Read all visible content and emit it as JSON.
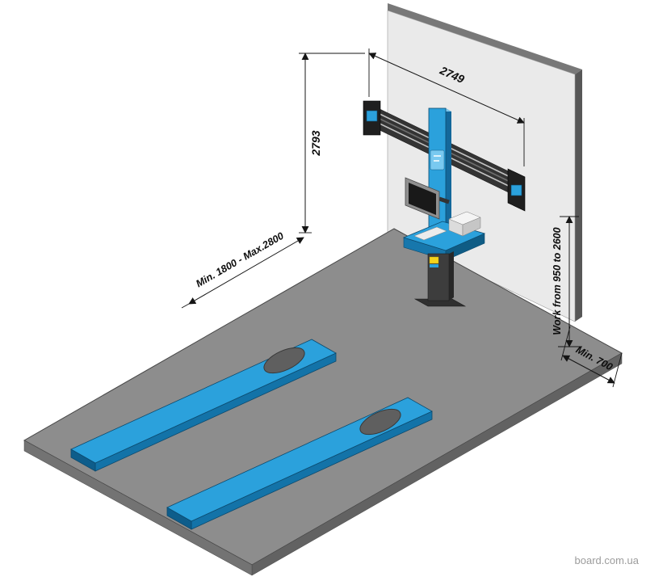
{
  "diagram": {
    "type": "isometric-installation-diagram",
    "annotations": {
      "beam_width": "2749",
      "mount_height": "2793",
      "lift_distance": "Min. 1800 - Max.2800",
      "work_range": "Work from 950 to 2600",
      "wall_clearance": "Min. 700"
    },
    "colors": {
      "wall": "#eaeaea",
      "floor": "#8d8d8d",
      "equipment_blue": "#2ba1dc",
      "beam_dark": "#343434",
      "dimension_ink": "#151515"
    },
    "watermark": "board.com.ua"
  }
}
